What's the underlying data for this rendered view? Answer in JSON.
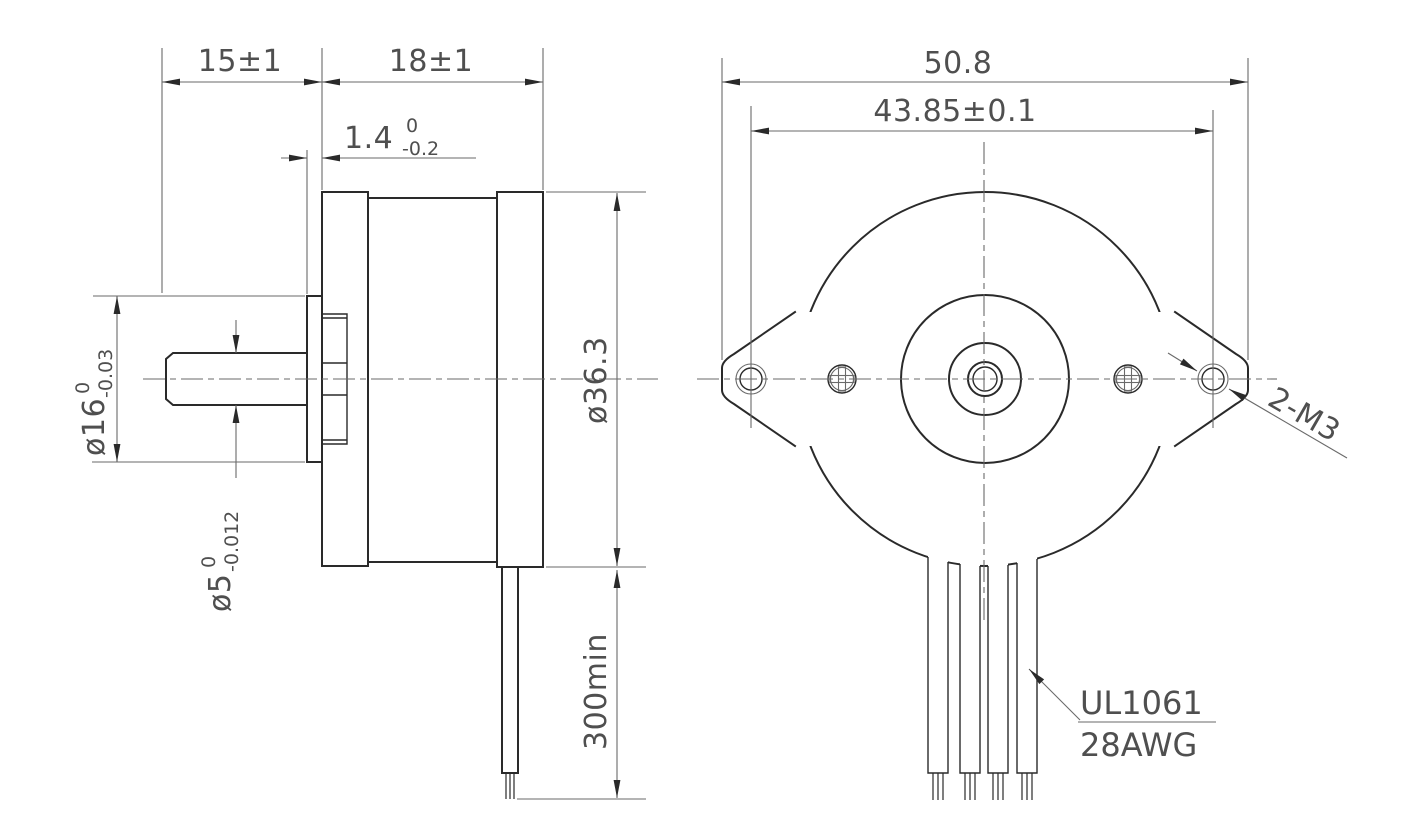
{
  "drawing": {
    "type": "stepper-motor dimensional drawing, side view and front view",
    "side": {
      "dim_shaft_len": "15±1",
      "dim_body_len": "18±1",
      "boss_height": {
        "val": "1.4",
        "up": "0",
        "low": "-0.2"
      },
      "boss_dia": {
        "val": "ø16",
        "up": "0",
        "low": "-0.03"
      },
      "shaft_dia": {
        "val": "ø5",
        "up": "0",
        "low": "-0.012"
      },
      "body_dia": "ø36.3",
      "lead_len": "300min"
    },
    "front": {
      "width": "50.8",
      "hole_span": "43.85±0.1",
      "thread": "2-M3",
      "wire_spec_line1": "UL1061",
      "wire_spec_line2": "28AWG"
    },
    "colors": {
      "line": "#2a2a2a",
      "thin": "#6a6a6a",
      "text": "#4f4f4f",
      "bg": "#ffffff"
    }
  }
}
